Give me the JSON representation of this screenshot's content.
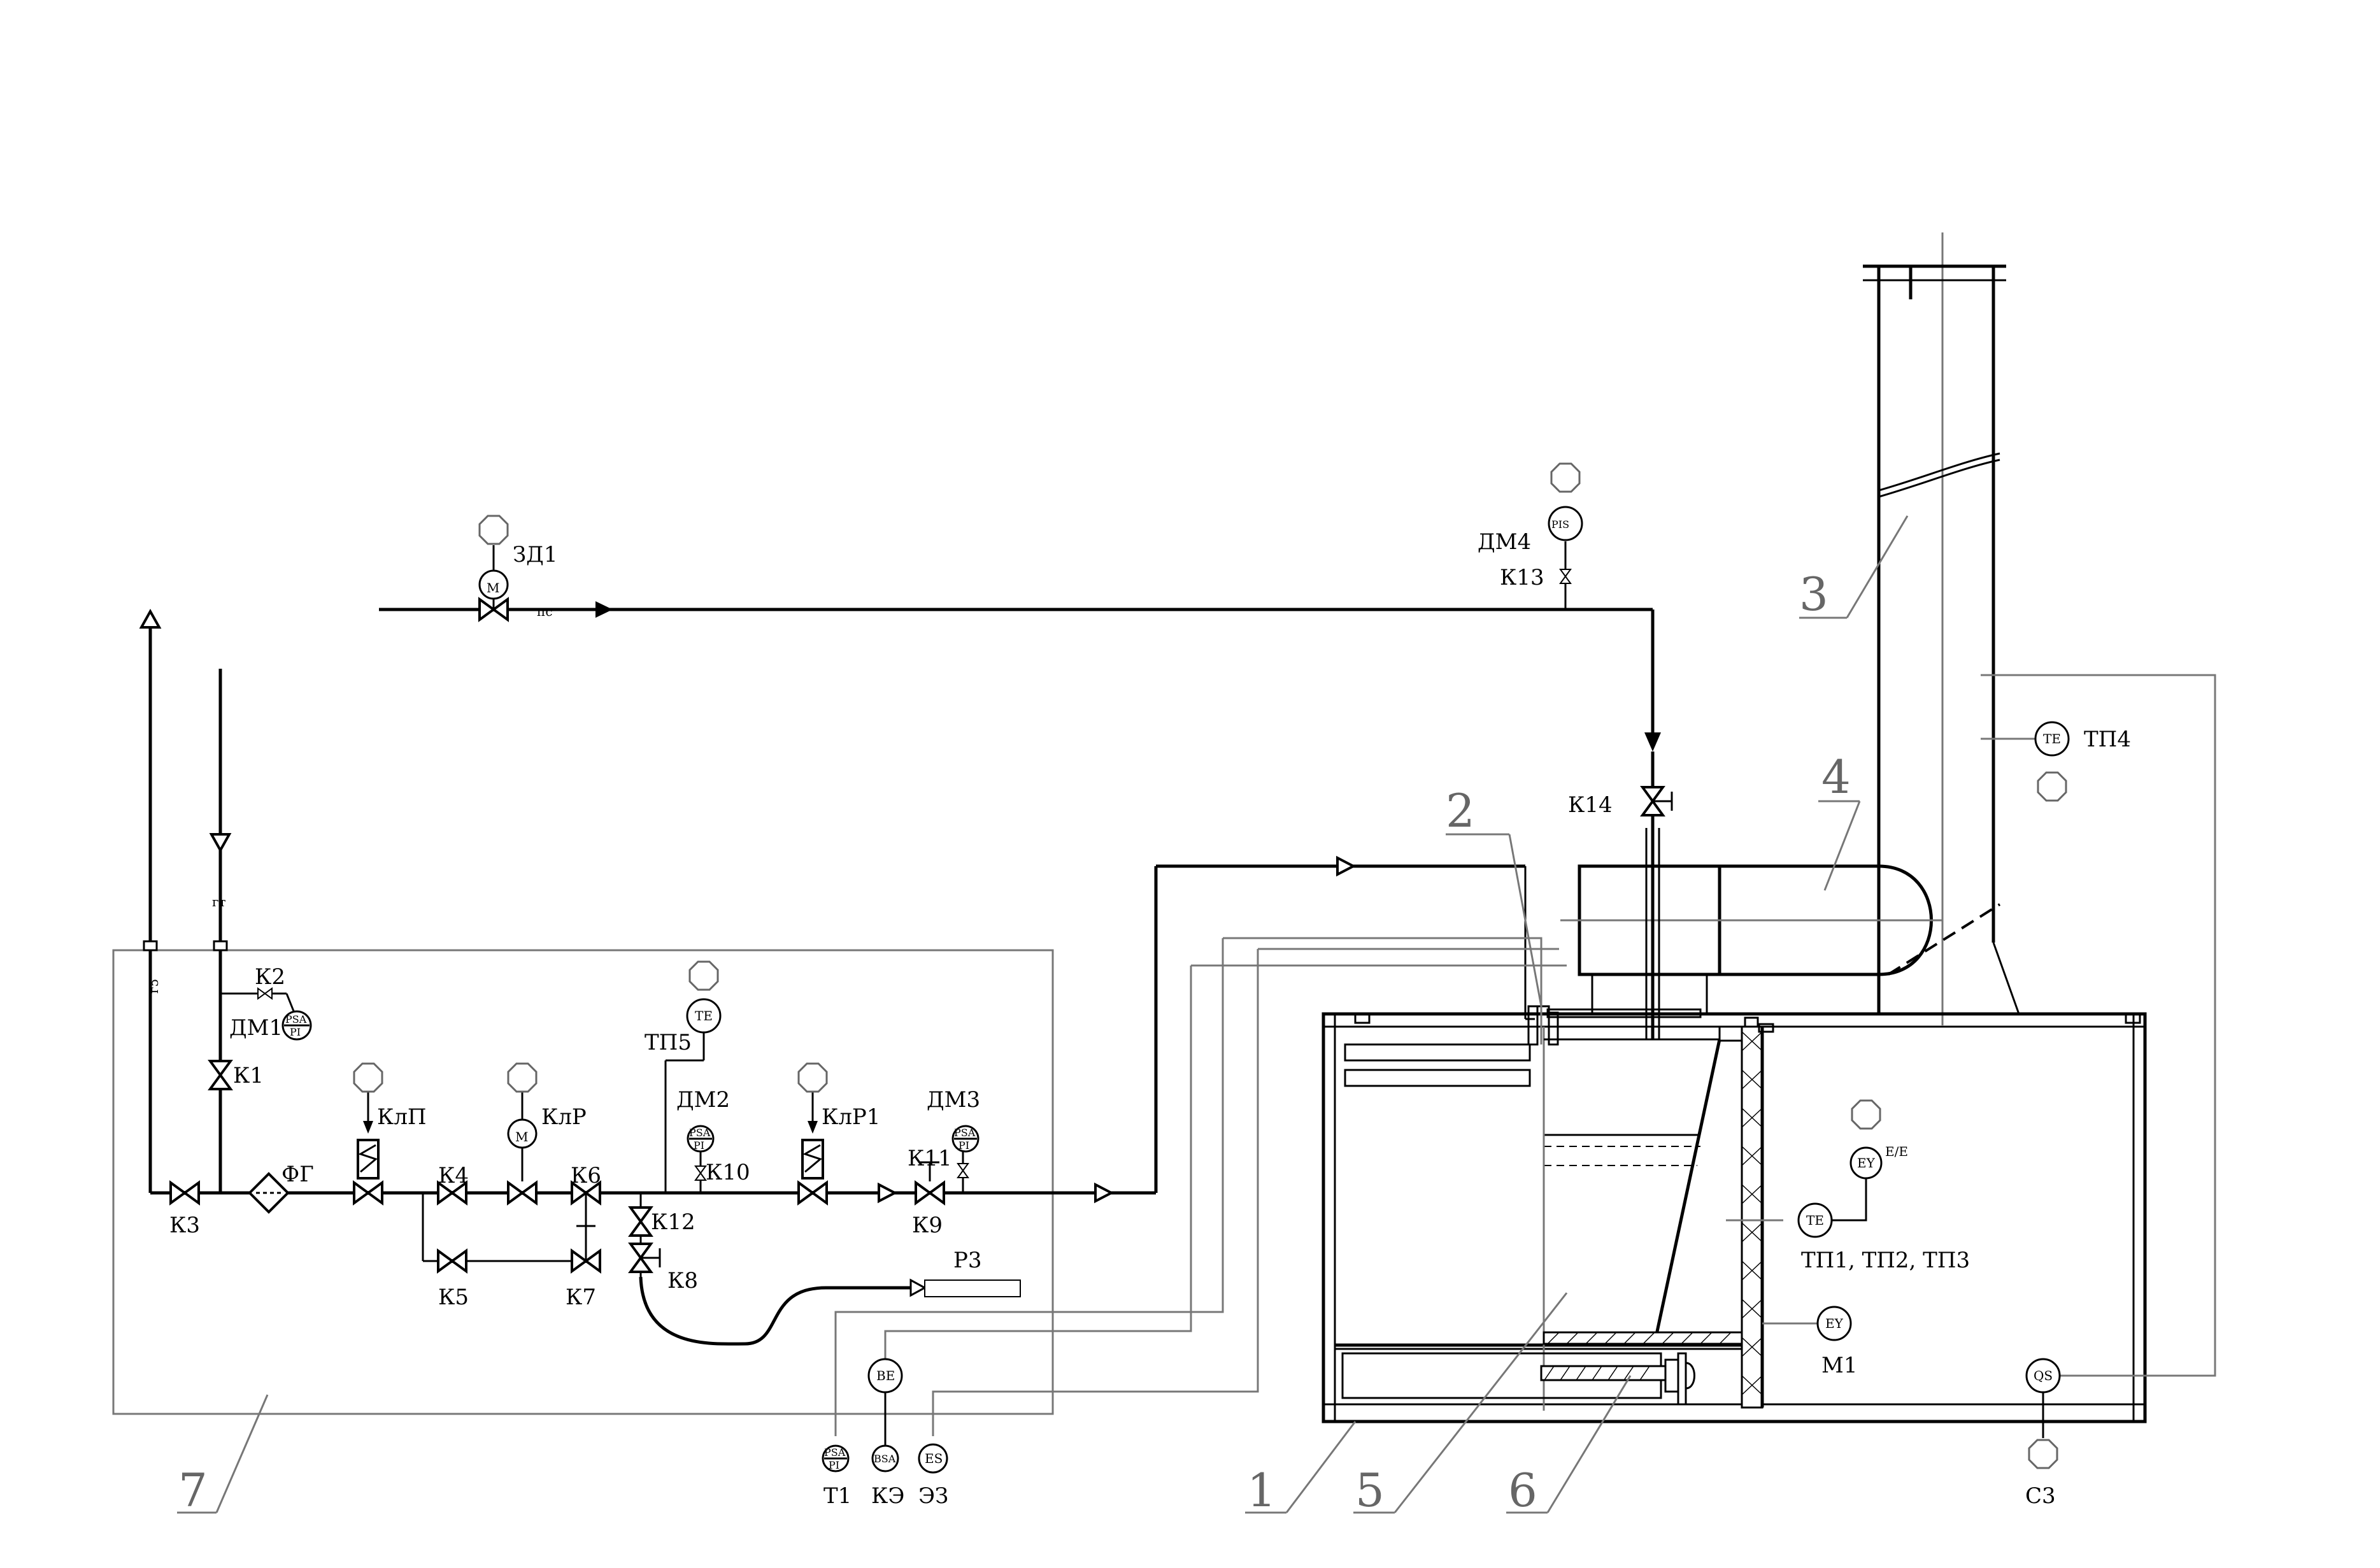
{
  "labels": {
    "zd1": "ЗД1",
    "pc": "пс",
    "dm4": "ДМ4",
    "k13": "К13",
    "k14": "К14",
    "gt": "гт",
    "g5": "г5",
    "k2": "К2",
    "dm1": "ДМ1",
    "k1": "К1",
    "k3": "К3",
    "fg": "ФГ",
    "klp": "КлП",
    "klr": "КлР",
    "k4": "К4",
    "k6": "К6",
    "k5": "К5",
    "k7": "К7",
    "tp5": "ТП5",
    "dm2": "ДМ2",
    "k10": "К10",
    "k12": "К12",
    "k8": "К8",
    "klr1": "КлР1",
    "dm3": "ДМ3",
    "k11": "К11",
    "k9": "К9",
    "r3": "Р3",
    "tp4": "ТП4",
    "ee": "E/E",
    "tp123": "ТП1,   ТП2,  ТП3",
    "m1": "М1",
    "t1": "Т1",
    "ke": "КЭ",
    "ee3": "ЭЗ",
    "s3": "С3"
  },
  "instruments": {
    "m": "M",
    "pis": "PIS",
    "psa": "PSA",
    "pi": "PI",
    "te": "TE",
    "ey": "EY",
    "be": "BE",
    "bsa": "BSA",
    "es": "ES",
    "qs": "QS"
  },
  "callouts": {
    "n1": "1",
    "n2": "2",
    "n3": "3",
    "n4": "4",
    "n5": "5",
    "n6": "6",
    "n7": "7"
  }
}
